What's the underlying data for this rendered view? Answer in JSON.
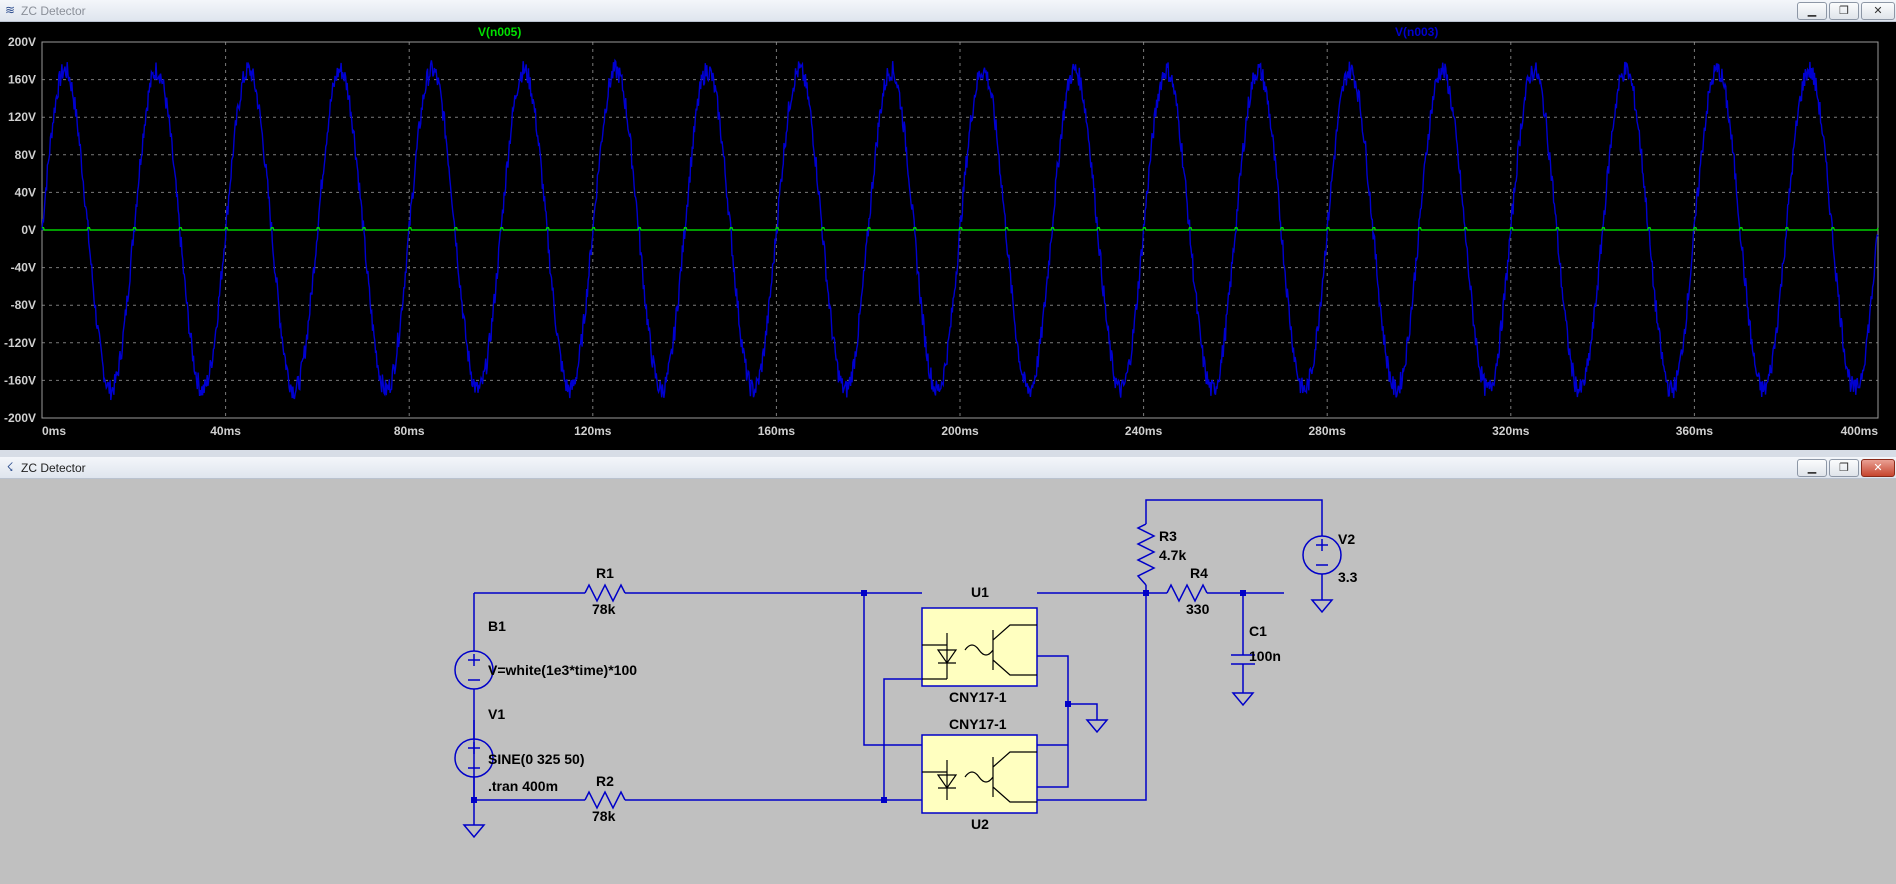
{
  "plot_window": {
    "title": "ZC Detector",
    "trace_labels": [
      {
        "text": "V(n005)",
        "color": "#00e000"
      },
      {
        "text": "V(n003)",
        "color": "#0000d0"
      }
    ]
  },
  "schematic_window": {
    "title": "ZC Detector"
  },
  "chart_data": {
    "type": "line",
    "x": {
      "unit": "ms",
      "range": [
        0,
        400
      ],
      "ticks": [
        "0ms",
        "40ms",
        "80ms",
        "120ms",
        "160ms",
        "200ms",
        "240ms",
        "280ms",
        "320ms",
        "360ms",
        "400ms"
      ]
    },
    "y": {
      "unit": "V",
      "range": [
        -200,
        200
      ],
      "ticks": [
        "200V",
        "160V",
        "120V",
        "80V",
        "40V",
        "0V",
        "-40V",
        "-80V",
        "-120V",
        "-160V",
        "-200V"
      ]
    },
    "grid": true,
    "series": [
      {
        "name": "V(n005)",
        "color": "#00e000",
        "description_values": {
          "amplitude_V": 1,
          "frequency_Hz": 50,
          "offset_V": 0
        }
      },
      {
        "name": "V(n003)",
        "color": "#0000d0",
        "description_values": {
          "amplitude_V": 170,
          "frequency_Hz": 50,
          "offset_V": 0,
          "noise": true
        }
      }
    ]
  },
  "schematic": {
    "components": {
      "r1": {
        "ref": "R1",
        "value": "78k"
      },
      "r2": {
        "ref": "R2",
        "value": "78k"
      },
      "r3": {
        "ref": "R3",
        "value": "4.7k"
      },
      "r4": {
        "ref": "R4",
        "value": "330"
      },
      "c1": {
        "ref": "C1",
        "value": "100n"
      },
      "b1": {
        "ref": "B1",
        "value": "V=white(1e3*time)*100"
      },
      "v1": {
        "ref": "V1",
        "value": "SINE(0 325 50)"
      },
      "v2": {
        "ref": "V2",
        "value": "3.3"
      },
      "u1": {
        "ref": "U1",
        "value": "CNY17-1"
      },
      "u2": {
        "ref": "U2",
        "value": "CNY17-1"
      }
    },
    "directive": ".tran 400m"
  },
  "colors": {
    "wire": "#0000c8",
    "opto_fill": "#ffffc0",
    "plot_bg": "#000000",
    "schematic_bg": "#c0c0c0"
  }
}
